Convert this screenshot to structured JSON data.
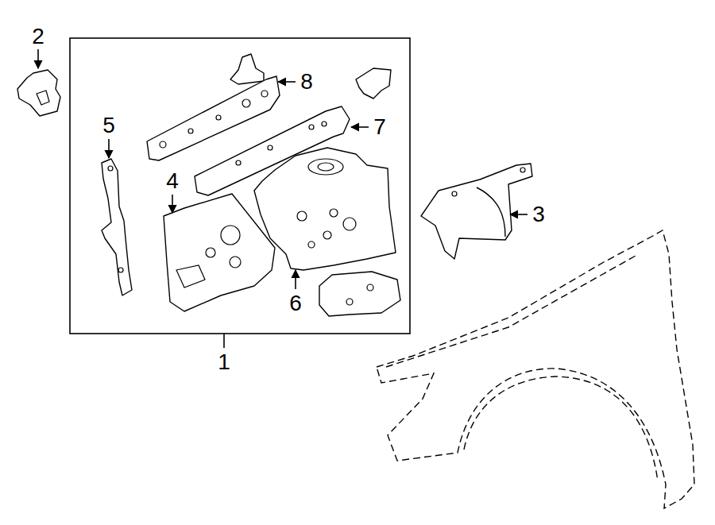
{
  "diagram": {
    "labels": [
      "2",
      "5",
      "4",
      "8",
      "7",
      "6",
      "3",
      "1"
    ]
  }
}
